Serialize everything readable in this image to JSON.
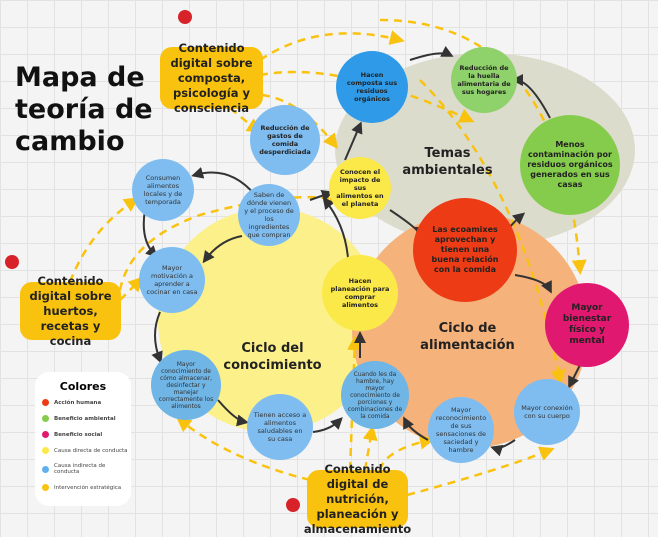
{
  "title": "Mapa de teoría de cambio",
  "interventions": {
    "composta": "Contenido digital sobre composta, psicología y consciencia",
    "huertos": "Contenido digital sobre huertos, recetas y cocina",
    "nutricion": "Contenido digital de nutrición, planeación y almacenamiento"
  },
  "cycles": {
    "ambientales": "Temas ambientales",
    "conocimiento": "Ciclo del conocimiento",
    "alimentacion": "Ciclo de alimentación"
  },
  "nodes": {
    "composta": "Hacen composta sus residuos orgánicos",
    "huella": "Reducción de la huella alimentaria de sus hogares",
    "contaminacion": "Menos contaminación por residuos orgánicos generados en sus casas",
    "gastos": "Reducción de gastos de comida desperdiciada",
    "impacto": "Conocen el impacto de sus alimentos en el planeta",
    "consumen": "Consumen alimentos locales y de temporada",
    "saben": "Saben de dónde vienen y el proceso de los ingredientes que compran",
    "ecoamixes": "Las ecoamixes aprovechan y tienen una buena relación con la comida",
    "motivacion": "Mayor motivación a aprender a cocinar en casa",
    "planeacion": "Hacen planeación para comprar alimentos",
    "bienestar": "Mayor bienestar físico y mental",
    "almacenar": "Mayor conocimiento de cómo almacenar, desinfectar y manejar correctamente los alimentos",
    "acceso": "Tienen acceso a alimentos saludables en su casa",
    "hambre": "Cuando les da hambre, hay mayor conocimiento de porciones y combinaciones de la comida",
    "reconocimiento": "Mayor reconocimiento de sus sensaciones de saciedad y hambre",
    "conexion": "Mayor conexión con su cuerpo"
  },
  "legend": {
    "title": "Colores",
    "items": [
      {
        "label": "Acción humana",
        "color": "#ec3b15"
      },
      {
        "label": "Beneficio ambiental",
        "color": "#86cc4c"
      },
      {
        "label": "Beneficio social",
        "color": "#e0186f"
      },
      {
        "label": "Causa directa de conducta",
        "color": "#fbe94a"
      },
      {
        "label": "Causa indirecta de conducta",
        "color": "#5fb0f0"
      },
      {
        "label": "Intervención estratégica",
        "color": "#f9c20f"
      }
    ]
  }
}
